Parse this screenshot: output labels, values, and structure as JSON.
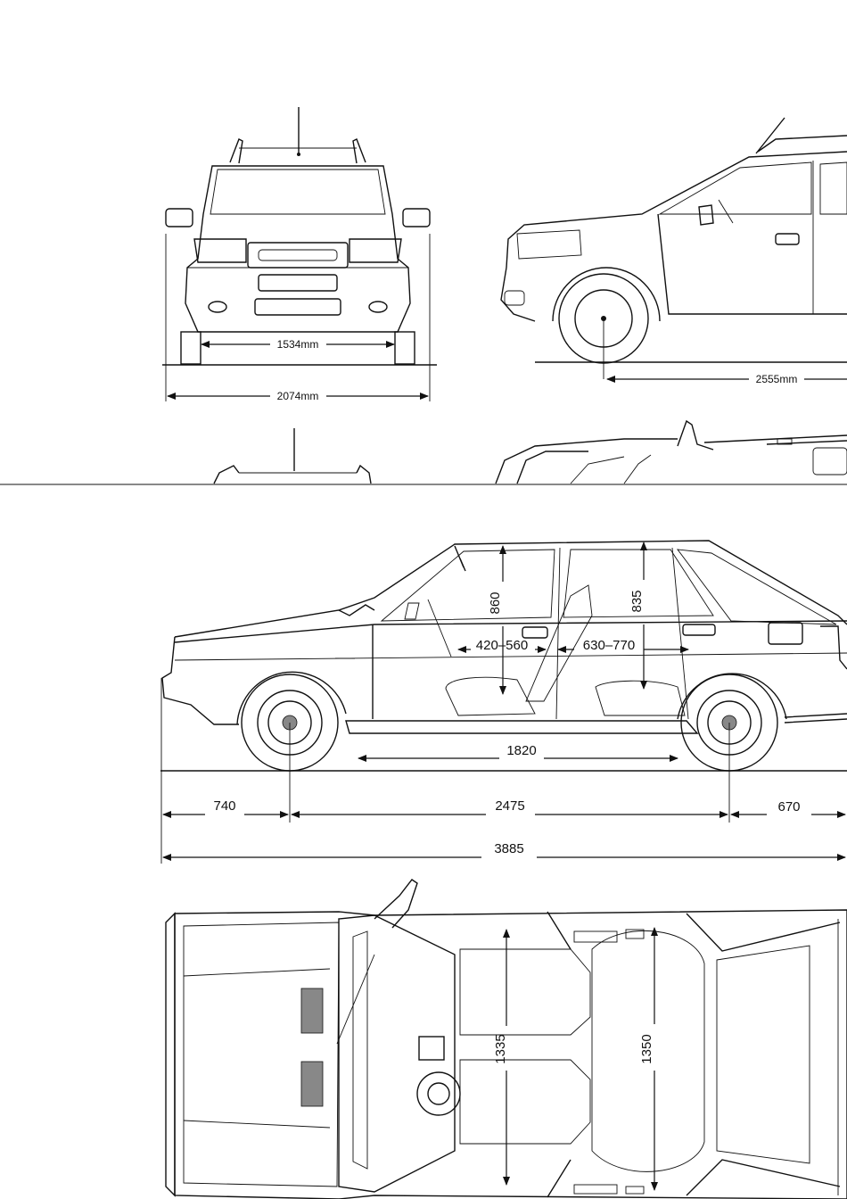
{
  "sheet_top": {
    "front_view": {
      "dims": {
        "track": "1534mm",
        "overall_width": "2074mm"
      }
    },
    "side_view": {
      "dims": {
        "wheelbase": "2555mm"
      }
    }
  },
  "sheet_bottom": {
    "side_view": {
      "dims": {
        "front_headroom": "860",
        "rear_headroom": "835",
        "front_seat_travel": "420–560",
        "rear_legroom": "630–770",
        "interior_length": "1820",
        "front_overhang": "740",
        "wheelbase": "2475",
        "rear_overhang": "670",
        "overall_length": "3885"
      }
    },
    "top_view": {
      "dims": {
        "front_shoulder_width": "1335",
        "rear_shoulder_width": "1350"
      }
    }
  }
}
